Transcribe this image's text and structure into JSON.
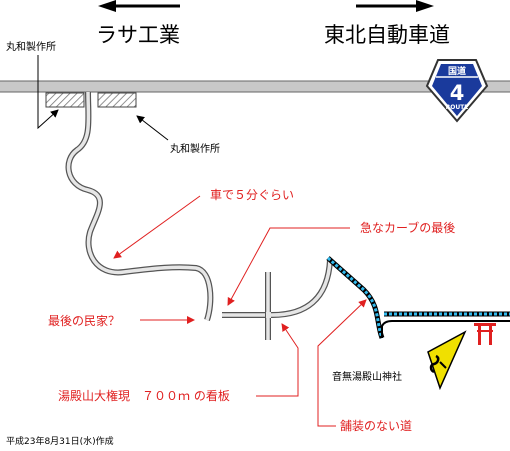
{
  "directions": {
    "left": "ラサ工業",
    "right": "東北自動車道"
  },
  "route_shield": {
    "top": "国道",
    "number": "4",
    "bottom": "ROUTE"
  },
  "landmarks": {
    "maruwa_left": "丸和製作所",
    "maruwa_right": "丸和製作所",
    "shrine": "音無湯殿山神社"
  },
  "notes": {
    "five_minutes": "車で５分ぐらい",
    "sharp_curve": "急なカーブの最後",
    "last_house": "最後の民家？",
    "signboard": "湯殿山大権現　７００ｍ の看板",
    "unpaved": "舗装のない道"
  },
  "footer": {
    "created": "平成23年8月31日(水)作成"
  },
  "colors": {
    "annotation": "#e02020",
    "unpaved_road": "#33bbee",
    "route_shield": "#1a3a9c",
    "torii": "#e02020",
    "warning_sign": "#f0e000"
  },
  "icons": [
    "arrow-left-icon",
    "arrow-right-icon",
    "route-4-shield-icon",
    "torii-icon",
    "warning-sign-icon"
  ]
}
